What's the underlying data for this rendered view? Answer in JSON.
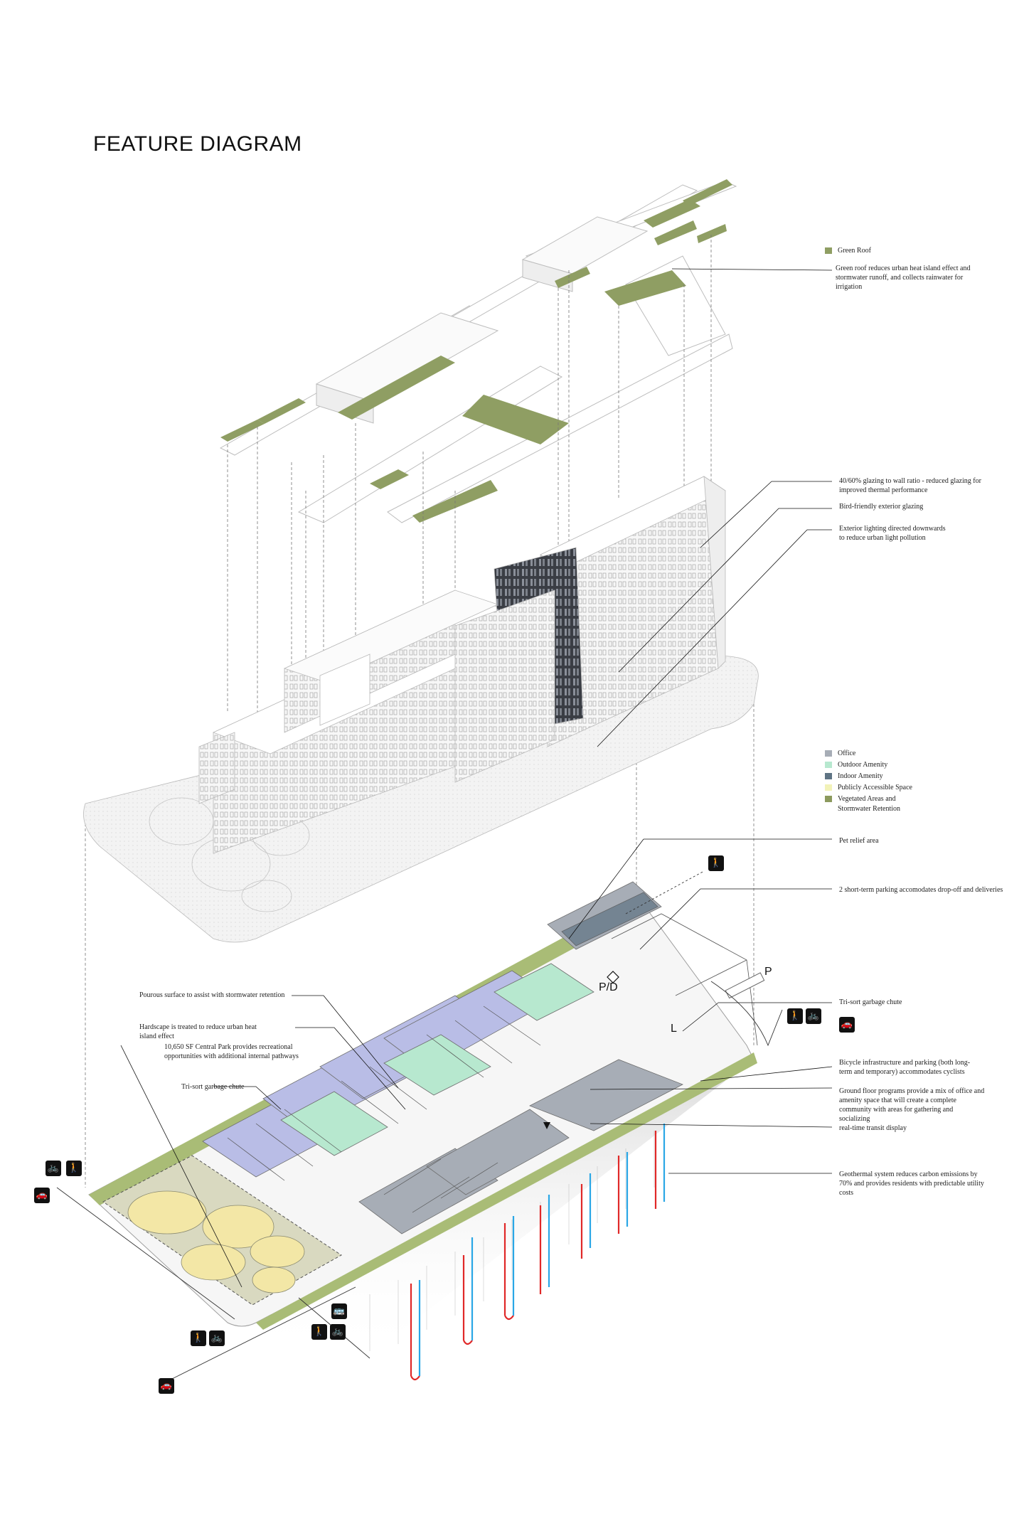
{
  "title": "FEATURE DIAGRAM",
  "colors": {
    "green_roof": "#8f9e63",
    "office": "#a7adb6",
    "outdoor_amenity": "#b7e8cf",
    "indoor_amenity": "#5f7484",
    "publicly_accessible": "#f2f2b8",
    "vegetated": "#8c9a5e",
    "grass": "#a9bc76",
    "park_yellow": "#f3e7a6",
    "residential_blue": "#b9bde6",
    "heat_red": "#e02828",
    "cool_blue": "#2aa7e6"
  },
  "legend_top": {
    "green_roof_label": "Green Roof"
  },
  "legend_programs": [
    {
      "label": "Office",
      "color": "#a7adb6"
    },
    {
      "label": "Outdoor Amenity",
      "color": "#b7e8cf"
    },
    {
      "label": "Indoor Amenity",
      "color": "#5f7484"
    },
    {
      "label": "Publicly Accessible Space",
      "color": "#f2f2b8"
    },
    {
      "label": "Vegetated Areas and Stormwater Retention",
      "color": "#8c9a5e"
    }
  ],
  "notes": {
    "green_roof": "Green roof reduces urban heat island effect and stormwater runoff, and collects rainwater for irrigation",
    "glazing_ratio": "40/60% glazing to wall ratio - reduced glazing for improved thermal performance",
    "bird_friendly": "Bird-friendly exterior glazing",
    "exterior_lighting": "Exterior lighting directed downwards to reduce urban light pollution",
    "pet_relief": "Pet relief area",
    "short_term_parking": "2 short-term parking accomodates drop-off and deliveries",
    "porous_surface": "Pourous surface to assist with stormwater retention",
    "trisort_right": "Tri-sort garbage chute",
    "hardscape": "Hardscape is treated to reduce urban heat island effect",
    "central_park": "10,650 SF Central Park provides recreational opportunities with additional internal pathways",
    "trisort_left": "Tri-sort garbage chute",
    "bicycle": "Bicycle infrastructure and parking (both long-term and temporary) accommodates cyclists",
    "ground_floor": "Ground floor programs provide a mix of office and  amenity space that will create a complete community with areas for gathering and socializing",
    "transit_display": "real-time transit display",
    "geothermal": "Geothermal system reduces carbon emissions by 70% and provides residents with predictable utility costs"
  },
  "plan_labels": {
    "pd": "P/D",
    "p": "P",
    "l": "L"
  },
  "icons": {
    "pedestrian": "pedestrian-icon",
    "bicycle": "bicycle-icon",
    "car": "car-icon",
    "bus": "bus-icon"
  }
}
